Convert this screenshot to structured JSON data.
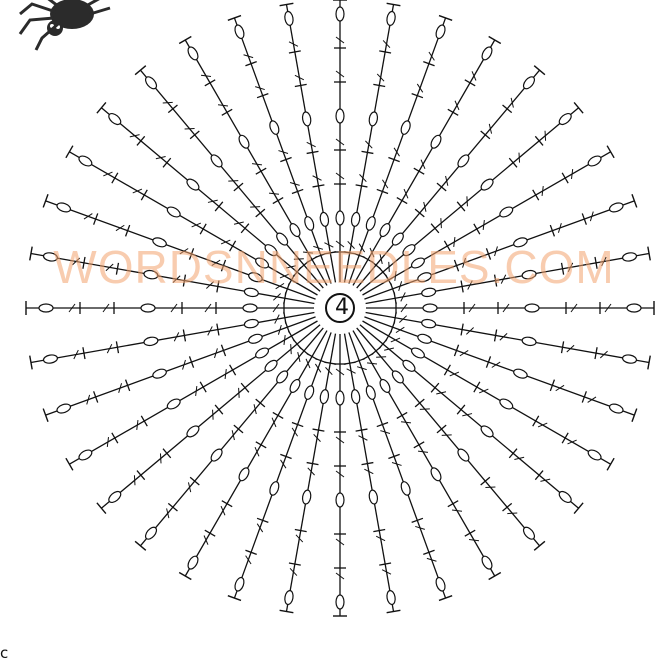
{
  "diagram": {
    "center_label": "4",
    "watermark": "WORDSNNEEDLES.COM",
    "corner_letter": "c",
    "spoke_count": 36,
    "colors": {
      "ink": "#111111",
      "watermark": "#f3a36e"
    },
    "icons": {
      "spider": "spider-icon"
    }
  }
}
